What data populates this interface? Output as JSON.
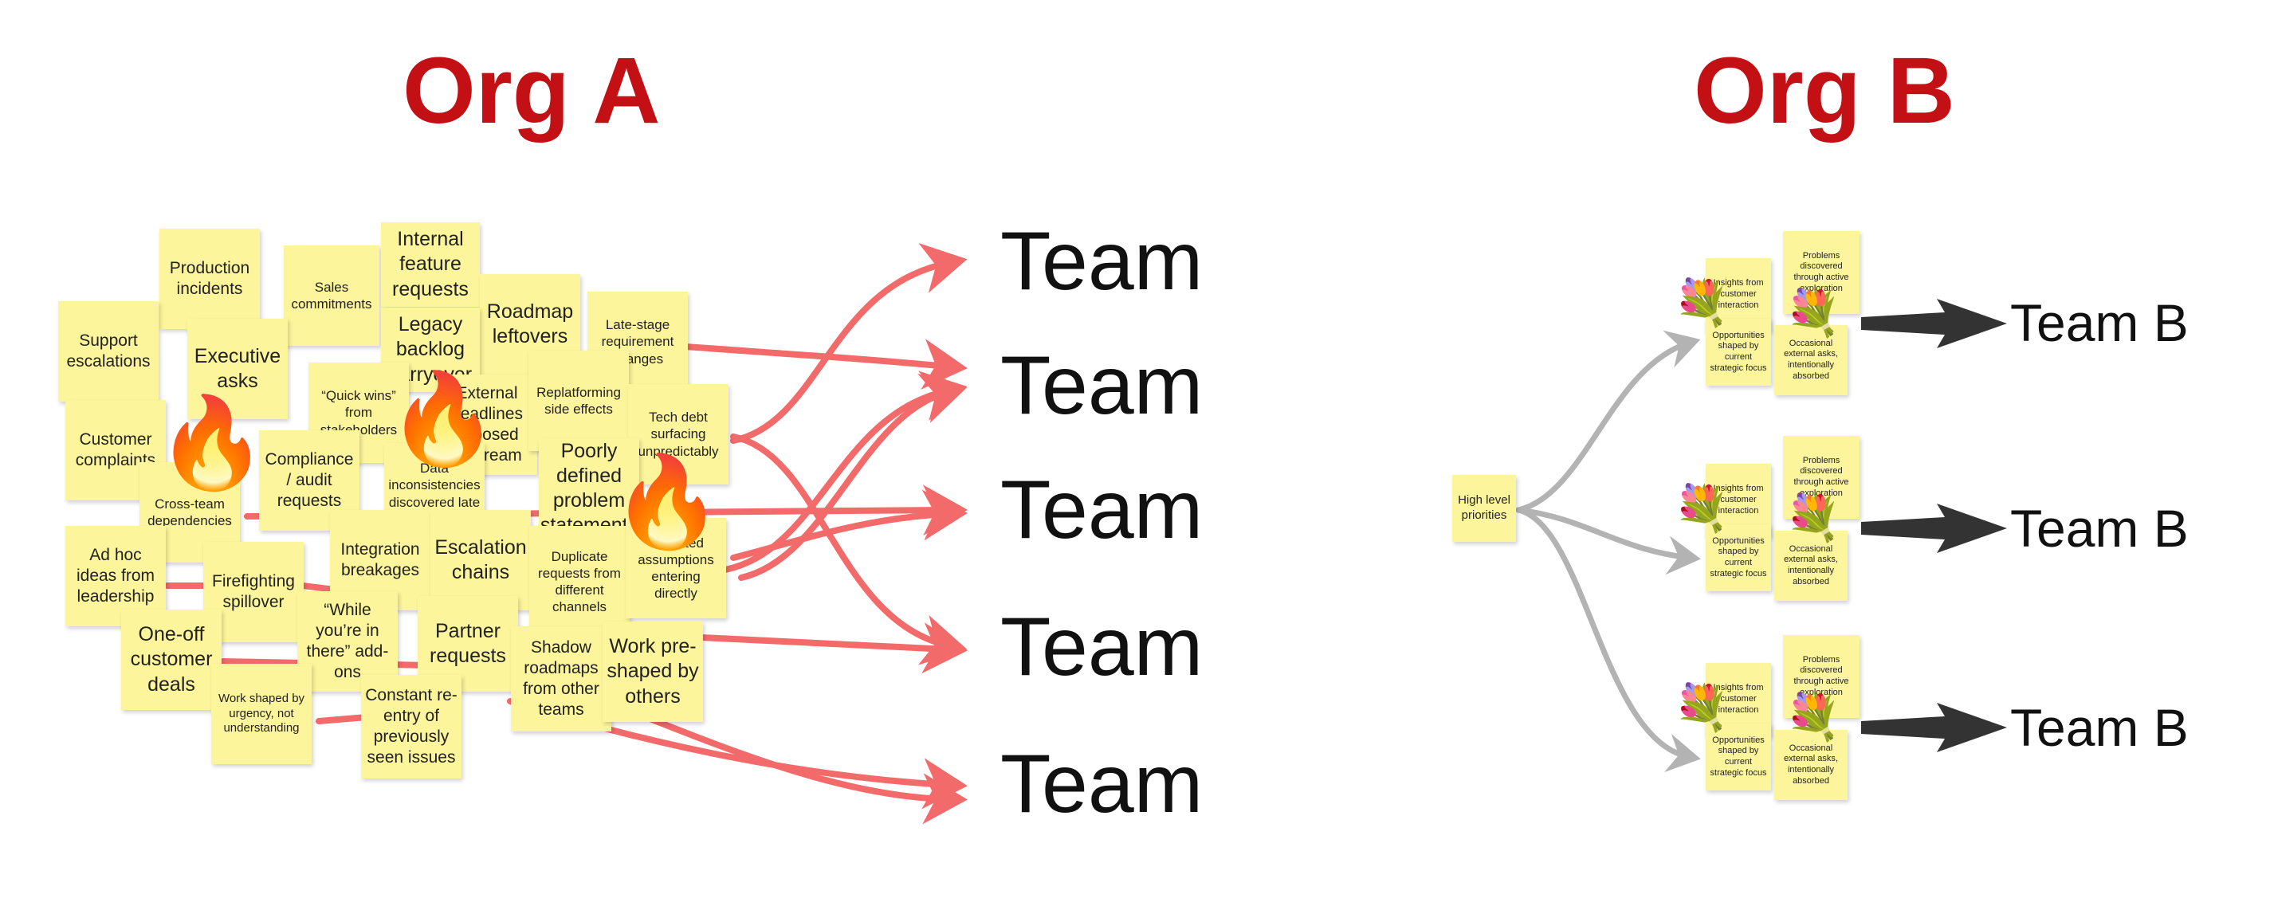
{
  "org_a": {
    "title": "Org A",
    "teams": [
      "Team",
      "Team",
      "Team",
      "Team",
      "Team"
    ],
    "stickies": [
      "Production incidents",
      "Sales commitments",
      "Internal feature requests",
      "Roadmap leftovers",
      "Late-stage requirement changes",
      "Support escalations",
      "Executive asks",
      "Legacy backlog carryover",
      "“Quick wins” from stakeholders",
      "External deadlines imposed upstream",
      "Replatforming side effects",
      "Tech debt surfacing unpredictably",
      "Customer complaints",
      "Cross-team dependencies",
      "Compliance / audit requests",
      "Data inconsistencies discovered late",
      "Poorly defined problem statements",
      "Ad hoc ideas from leadership",
      "Integration breakages",
      "Escalation chains",
      "Duplicate requests from different channels",
      "Outdated assumptions entering directly",
      "Firefighting spillover",
      "“While you’re in there” add-ons",
      "Partner requests",
      "One-off customer deals",
      "Shadow roadmaps from other teams",
      "Work pre-shaped by others",
      "Work shaped by urgency, not understanding",
      "Constant re-entry of previously seen issues"
    ],
    "icon": "fire-icon"
  },
  "org_b": {
    "title": "Org B",
    "source": "High level priorities",
    "teams": [
      "Team B",
      "Team B",
      "Team B"
    ],
    "cluster": {
      "problems": "Problems discovered through active exploration",
      "insights": "Insights from customer interaction",
      "opportunities": "Opportunities shaped by current strategic focus",
      "external": "Occasional external asks, intentionally absorbed"
    },
    "icon": "flower-bouquet-icon"
  },
  "colors": {
    "title": "#c21014",
    "org_a_arrows": "#f26a6a",
    "org_b_in_arrows": "#b3b3b3",
    "org_b_out_arrows": "#333333",
    "sticky": "#fdf59b"
  }
}
